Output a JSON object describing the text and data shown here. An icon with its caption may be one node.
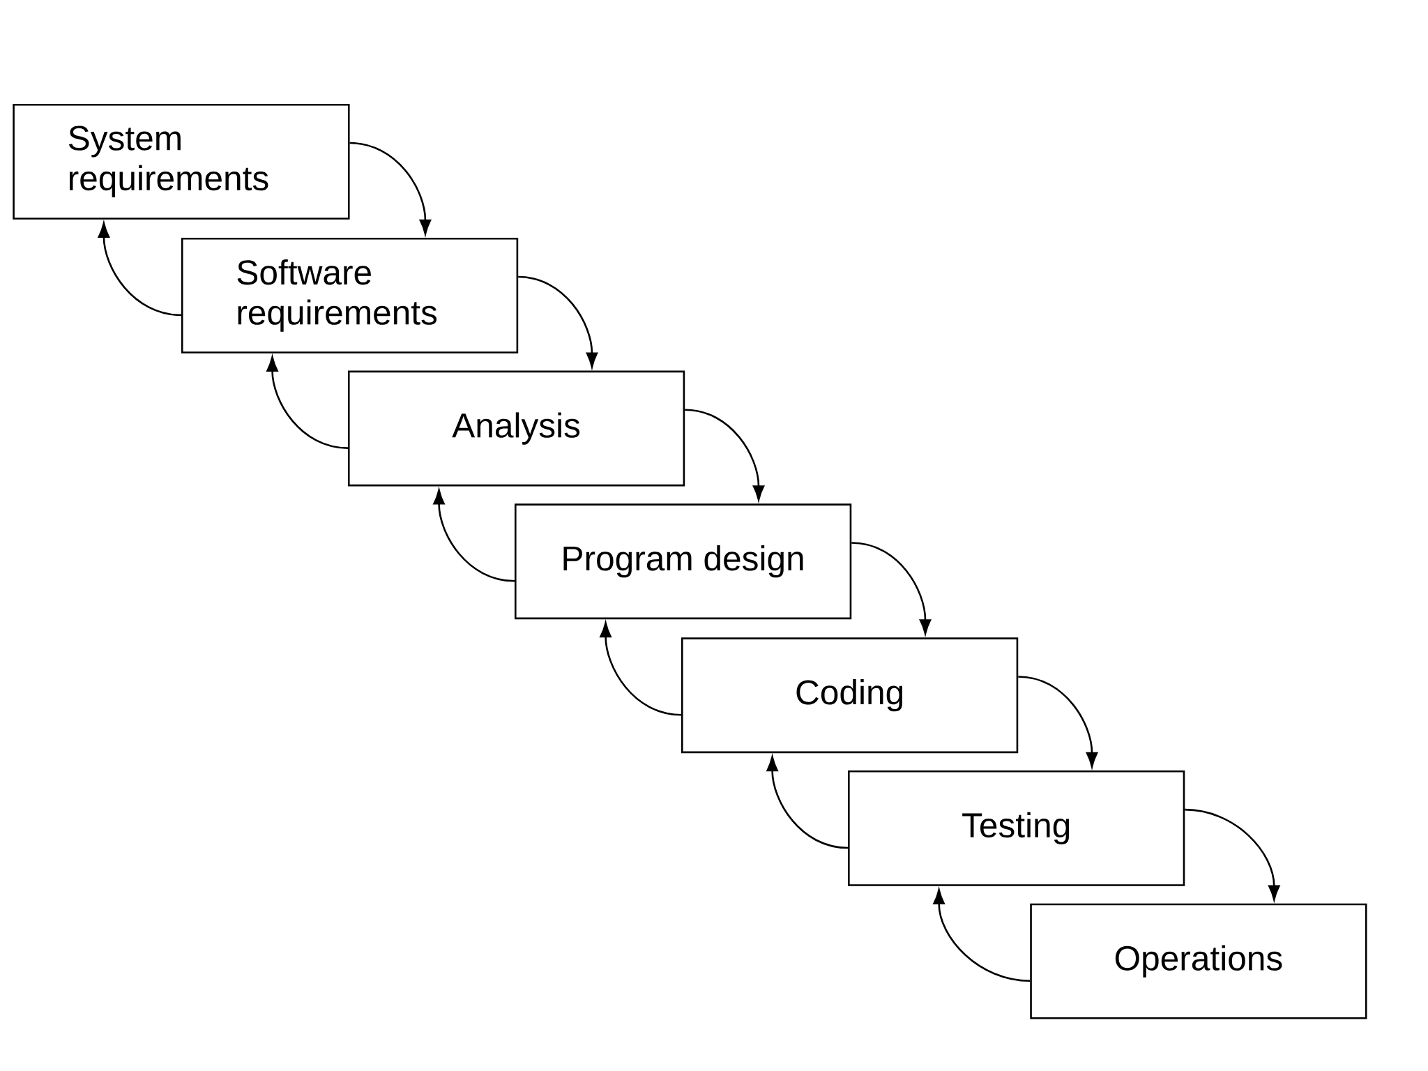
{
  "diagram": {
    "nodes": [
      {
        "text": [
          "System requirements"
        ]
      },
      {
        "text": [
          "Software requirements"
        ]
      },
      {
        "text": [
          "Analysis"
        ]
      },
      {
        "text": [
          "Program design"
        ]
      },
      {
        "text": [
          "Coding"
        ]
      },
      {
        "text": [
          "Testing"
        ]
      },
      {
        "text": [
          "Operations"
        ]
      }
    ],
    "edges": [
      {
        "from": 0,
        "to": 1,
        "arrow": "to"
      },
      {
        "from": 1,
        "to": 2,
        "arrow": "to"
      },
      {
        "from": 2,
        "to": 3,
        "arrow": "to"
      },
      {
        "from": 3,
        "to": 4,
        "arrow": "to"
      },
      {
        "from": 4,
        "to": 5,
        "arrow": "to"
      },
      {
        "from": 5,
        "to": 6,
        "arrow": "to"
      },
      {
        "from": 1,
        "to": 0,
        "arrow": "to"
      },
      {
        "from": 2,
        "to": 1,
        "arrow": "to"
      },
      {
        "from": 3,
        "to": 2,
        "arrow": "to"
      },
      {
        "from": 4,
        "to": 3,
        "arrow": "to"
      },
      {
        "from": 5,
        "to": 4,
        "arrow": "to"
      },
      {
        "from": 6,
        "to": 5,
        "arrow": "to"
      }
    ]
  }
}
